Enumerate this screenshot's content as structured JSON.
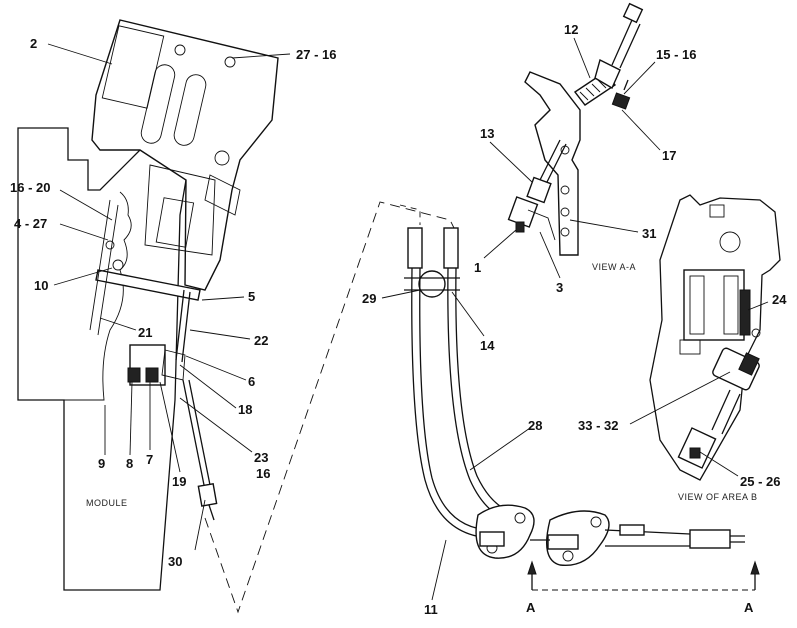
{
  "diagram": {
    "callouts": [
      {
        "id": "c2",
        "text": "2"
      },
      {
        "id": "c27_16",
        "text": "27 - 16"
      },
      {
        "id": "c16_20",
        "text": "16 - 20"
      },
      {
        "id": "c4_27",
        "text": "4 - 27"
      },
      {
        "id": "c10",
        "text": "10"
      },
      {
        "id": "c21",
        "text": "21"
      },
      {
        "id": "c5",
        "text": "5"
      },
      {
        "id": "c22",
        "text": "22"
      },
      {
        "id": "c6",
        "text": "6"
      },
      {
        "id": "c18",
        "text": "18"
      },
      {
        "id": "c23",
        "text": "23"
      },
      {
        "id": "c16b",
        "text": "16"
      },
      {
        "id": "c9",
        "text": "9"
      },
      {
        "id": "c8",
        "text": "8"
      },
      {
        "id": "c7",
        "text": "7"
      },
      {
        "id": "c19",
        "text": "19"
      },
      {
        "id": "c30",
        "text": "30"
      },
      {
        "id": "c12",
        "text": "12"
      },
      {
        "id": "c15_16",
        "text": "15 - 16"
      },
      {
        "id": "c17",
        "text": "17"
      },
      {
        "id": "c13",
        "text": "13"
      },
      {
        "id": "c31",
        "text": "31"
      },
      {
        "id": "c1",
        "text": "1"
      },
      {
        "id": "c3",
        "text": "3"
      },
      {
        "id": "c29",
        "text": "29"
      },
      {
        "id": "c14",
        "text": "14"
      },
      {
        "id": "c24",
        "text": "24"
      },
      {
        "id": "c33_32",
        "text": "33 - 32"
      },
      {
        "id": "c28",
        "text": "28"
      },
      {
        "id": "c25_26",
        "text": "25 - 26"
      },
      {
        "id": "c11",
        "text": "11"
      },
      {
        "id": "cA1",
        "text": "A"
      },
      {
        "id": "cA2",
        "text": "A"
      }
    ],
    "captions": {
      "module": "MODULE",
      "view_aa": "VIEW A-A",
      "view_area_b": "VIEW OF AREA B"
    },
    "colors": {
      "ink": "#111111",
      "paper": "#ffffff"
    }
  }
}
